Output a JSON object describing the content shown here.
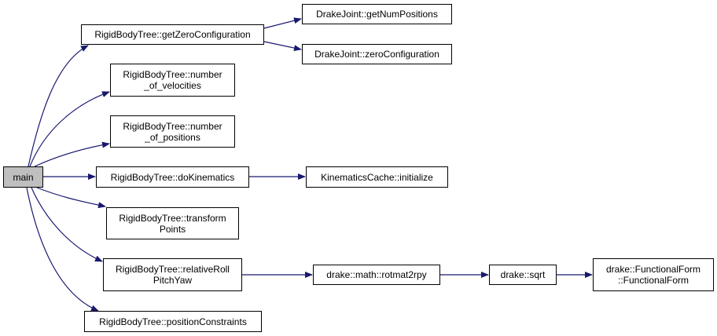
{
  "graph": {
    "edge_color": "#191970",
    "root_fill": "#bfbfbf",
    "nodes": {
      "main": {
        "lines": [
          "main"
        ]
      },
      "get_zero_configuration": {
        "lines": [
          "RigidBodyTree::getZeroConfiguration"
        ]
      },
      "get_num_positions": {
        "lines": [
          "DrakeJoint::getNumPositions"
        ]
      },
      "zero_configuration": {
        "lines": [
          "DrakeJoint::zeroConfiguration"
        ]
      },
      "number_of_velocities": {
        "lines": [
          "RigidBodyTree::number",
          "_of_velocities"
        ]
      },
      "number_of_positions": {
        "lines": [
          "RigidBodyTree::number",
          "_of_positions"
        ]
      },
      "do_kinematics": {
        "lines": [
          "RigidBodyTree::doKinematics"
        ]
      },
      "kinematics_cache_initialize": {
        "lines": [
          "KinematicsCache::initialize"
        ]
      },
      "transform_points": {
        "lines": [
          "RigidBodyTree::transform",
          "Points"
        ]
      },
      "relative_roll_pitch_yaw": {
        "lines": [
          "RigidBodyTree::relativeRoll",
          "PitchYaw"
        ]
      },
      "rotmat2rpy": {
        "lines": [
          "drake::math::rotmat2rpy"
        ]
      },
      "drake_sqrt": {
        "lines": [
          "drake::sqrt"
        ]
      },
      "functional_form": {
        "lines": [
          "drake::FunctionalForm",
          "::FunctionalForm"
        ]
      },
      "position_constraints": {
        "lines": [
          "RigidBodyTree::positionConstraints"
        ]
      }
    }
  }
}
